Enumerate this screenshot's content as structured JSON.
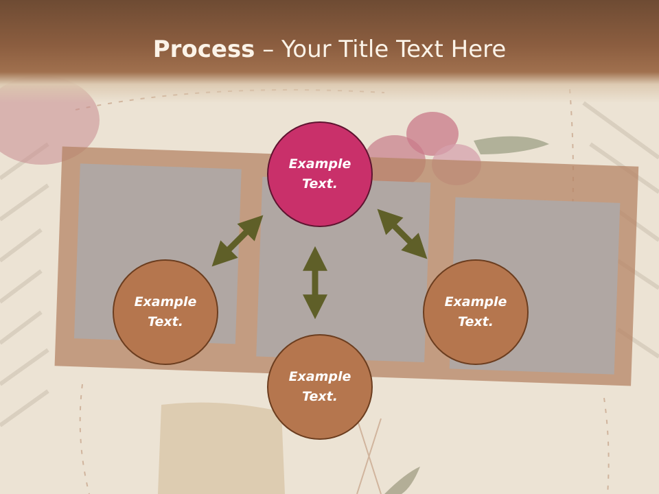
{
  "title": {
    "strong": "Process",
    "rest": " – Your Title Text Here"
  },
  "colors": {
    "title_bar": "#8c5e40",
    "node_brown": "#b5764e",
    "node_pink": "#c9306a",
    "arrow": "#5f5f28",
    "photo_frame": "#b07650",
    "photo_slot": "#b0a7a3"
  },
  "nodes": [
    {
      "id": "top",
      "label": "Example\nText.",
      "style": "pink"
    },
    {
      "id": "left",
      "label": "Example\nText.",
      "style": "brown"
    },
    {
      "id": "right",
      "label": "Example\nText.",
      "style": "brown"
    },
    {
      "id": "bottom",
      "label": "Example\nText.",
      "style": "brown"
    }
  ],
  "connections": [
    {
      "from": "top",
      "to": "left",
      "direction": "both"
    },
    {
      "from": "top",
      "to": "right",
      "direction": "both"
    },
    {
      "from": "top",
      "to": "bottom",
      "direction": "both"
    }
  ]
}
